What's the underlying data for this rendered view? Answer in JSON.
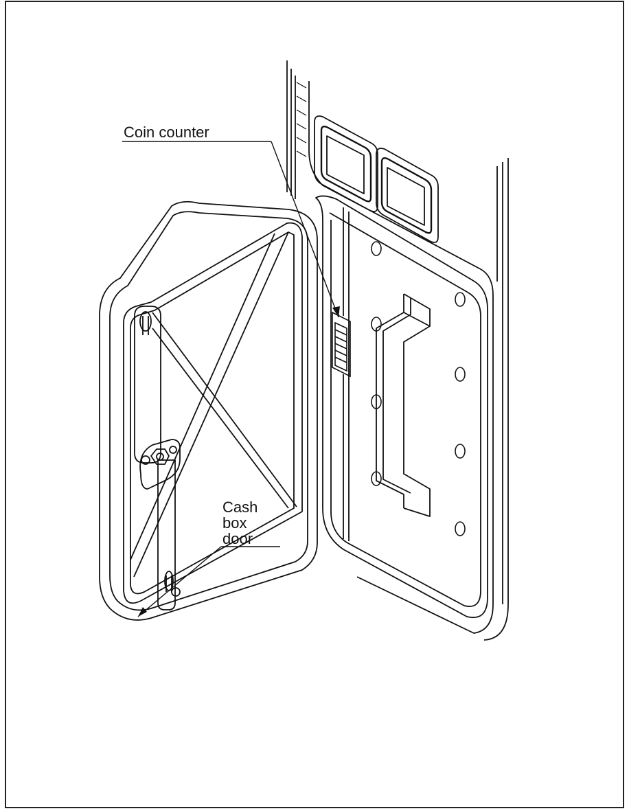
{
  "labels": {
    "coin_counter": "Coin counter",
    "cash_line1": "Cash",
    "cash_line2": "box",
    "cash_line3": "door"
  },
  "colors": {
    "ink": "#111111",
    "paper": "#ffffff"
  }
}
